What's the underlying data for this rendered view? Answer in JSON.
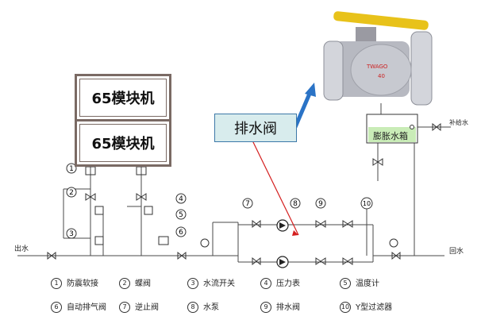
{
  "units": [
    "65模块机",
    "65模块机"
  ],
  "drain_valve_label": "排水阀",
  "tank_label": "膨胀水箱",
  "supply_label": "补给水",
  "outlet_label": "出水",
  "return_label": "回水",
  "valve_text": [
    "TWAGO",
    "40"
  ],
  "callouts": [
    "1",
    "2",
    "3",
    "4",
    "5",
    "6",
    "7",
    "8",
    "9",
    "10"
  ],
  "legend": [
    {
      "num": "1",
      "text": "防震软接"
    },
    {
      "num": "2",
      "text": "蝶阀"
    },
    {
      "num": "3",
      "text": "水流开关"
    },
    {
      "num": "4",
      "text": "压力表"
    },
    {
      "num": "5",
      "text": "温度计"
    },
    {
      "num": "6",
      "text": "自动排气阀"
    },
    {
      "num": "7",
      "text": "逆止阀"
    },
    {
      "num": "8",
      "text": "水泵"
    },
    {
      "num": "9",
      "text": "排水阀"
    },
    {
      "num": "10",
      "text": "Y型过滤器"
    }
  ],
  "colors": {
    "pipe": "#4a4a4a",
    "arrow": "#2a73c6",
    "red_line": "#d41e1e",
    "handle": "#e8c21a",
    "tank_fill": "#c9ecb7"
  }
}
